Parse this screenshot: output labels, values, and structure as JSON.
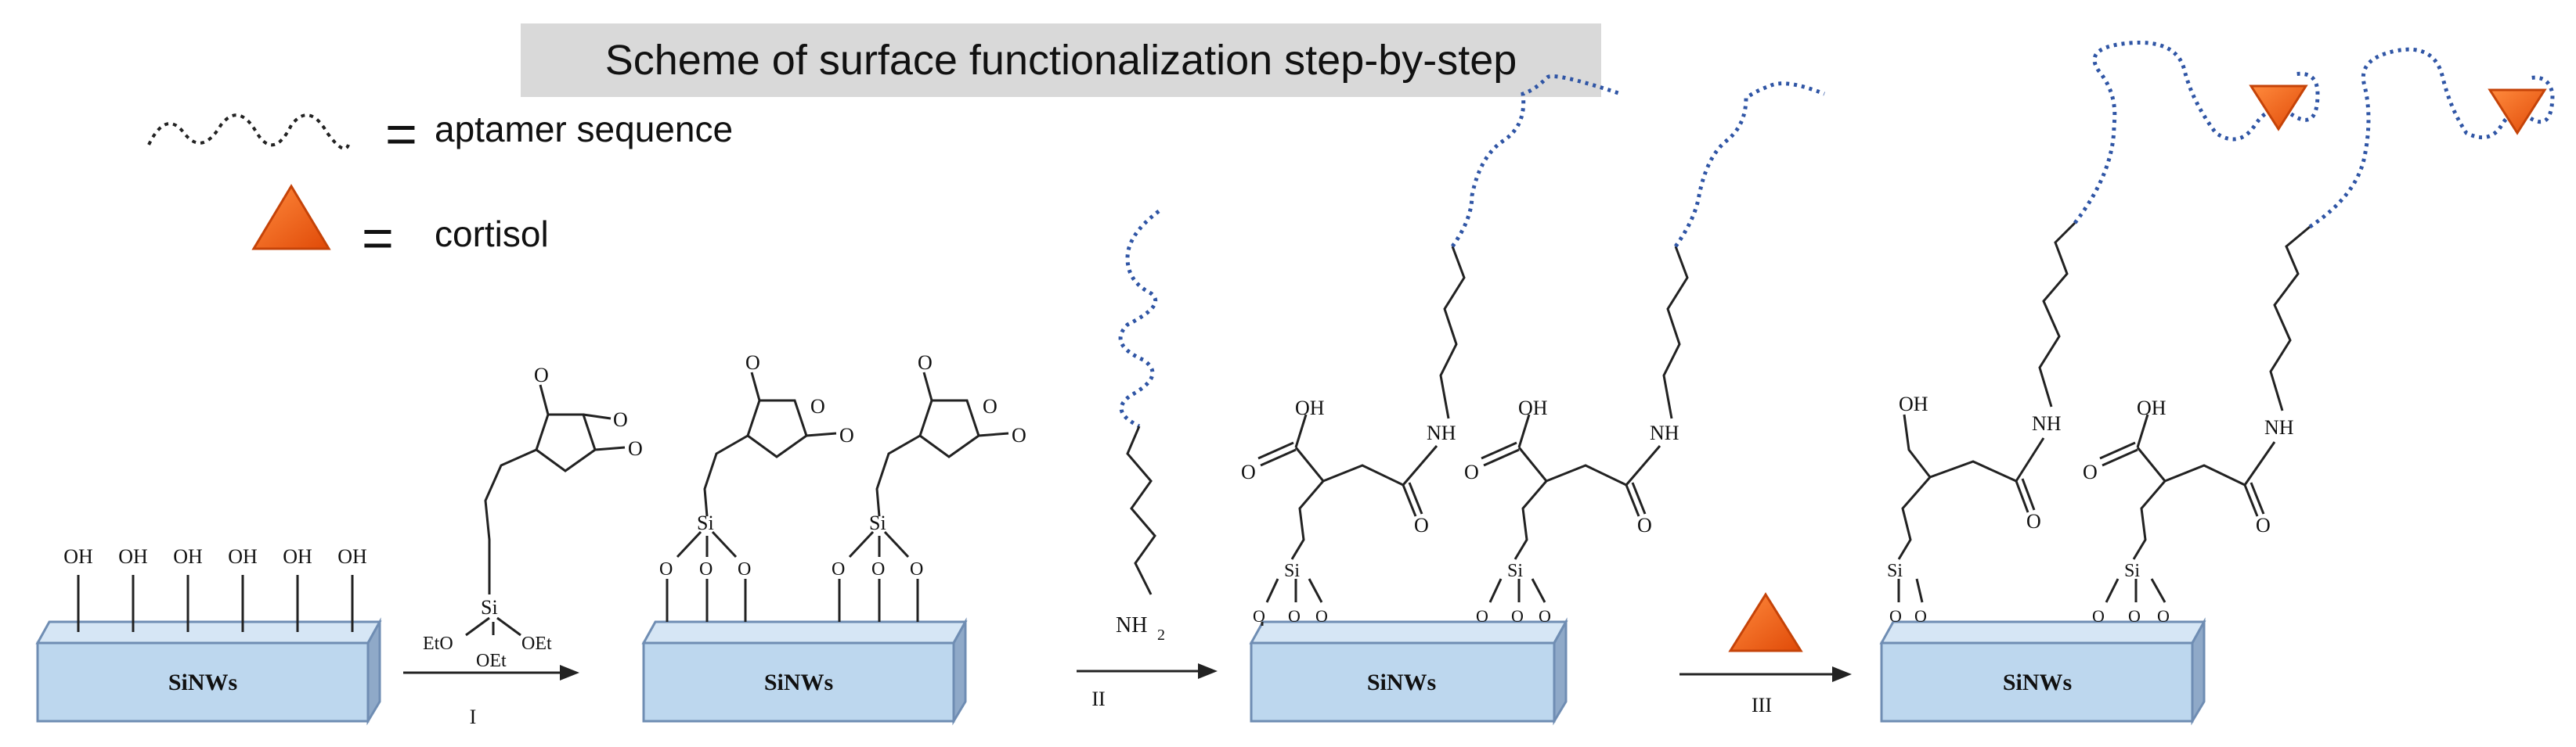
{
  "title": "Scheme of surface functionalization step-by-step",
  "legend": {
    "aptamer_symbol": "=",
    "aptamer_label": "aptamer sequence",
    "cortisol_symbol": "=",
    "cortisol_label": "cortisol"
  },
  "substrate_label": "SiNWs",
  "steps": [
    "I",
    "II",
    "III"
  ],
  "labels": {
    "oh": "OH",
    "o": "O",
    "si": "Si",
    "nh": "NH",
    "nh2": "NH",
    "nh2_sub": "2",
    "oet": "OEt",
    "eto": "EtO"
  },
  "colors": {
    "substrate_front": "#bdd7ee",
    "substrate_edge": "#6f8db3",
    "aptamer": "#2f55a5",
    "cortisol": "#f05a10"
  }
}
